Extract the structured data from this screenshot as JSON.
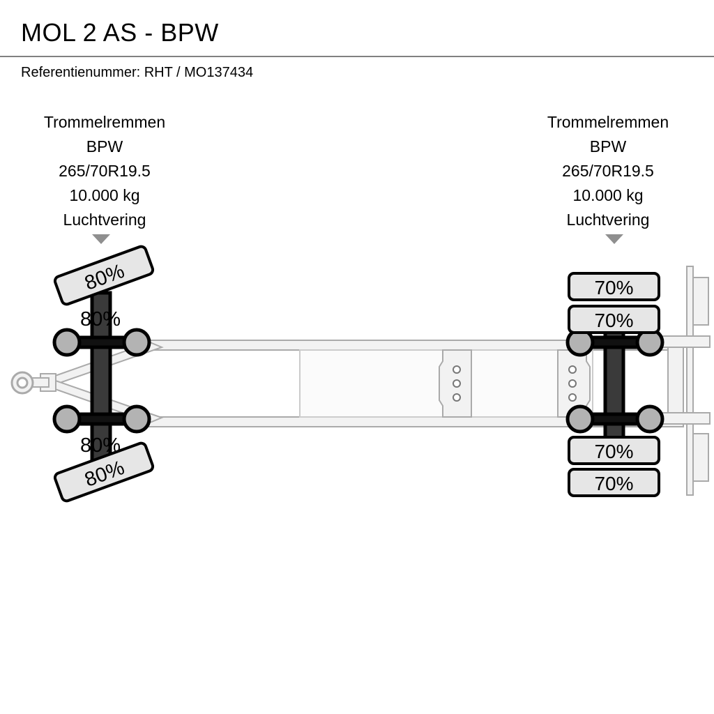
{
  "header": {
    "title": "MOL 2 AS - BPW",
    "reference_label": "Referentienummer:",
    "reference_value": "RHT / MO137434",
    "reference_full": "Referentienummer: RHT / MO137434"
  },
  "axles": {
    "front": {
      "spec_lines": [
        "Trommelremmen",
        "BPW",
        "265/70R19.5",
        "10.000 kg",
        "Luchtvering"
      ],
      "brake_type": "Trommelremmen",
      "brand": "BPW",
      "tyre_size": "265/70R19.5",
      "capacity": "10.000 kg",
      "suspension": "Luchtvering",
      "tyre_labels": {
        "top_rotated": "80%",
        "top_plain": "80%",
        "bottom_plain": "80%",
        "bottom_rotated": "80%"
      }
    },
    "rear": {
      "spec_lines": [
        "Trommelremmen",
        "BPW",
        "265/70R19.5",
        "10.000 kg",
        "Luchtvering"
      ],
      "brake_type": "Trommelremmen",
      "brand": "BPW",
      "tyre_size": "265/70R19.5",
      "capacity": "10.000 kg",
      "suspension": "Luchtvering",
      "tyre_labels": {
        "top_outer": "70%",
        "top_inner": "70%",
        "bottom_inner": "70%",
        "bottom_outer": "70%"
      }
    }
  },
  "diagram": {
    "icons": {
      "front_marker": "triangle-down-icon",
      "rear_marker": "triangle-down-icon",
      "drawbar": "drawbar-eye-icon"
    }
  },
  "colors": {
    "background": "#ffffff",
    "text": "#000000",
    "rule": "#808080",
    "marker": "#8f8f8f",
    "chassis_fill": "#f2f2f2",
    "chassis_stroke": "#aaaaaa",
    "axle_beam": "#3a3a3a",
    "hub_fill": "#b3b3b3",
    "label_fill": "#e6e6e6",
    "label_stroke": "#000000"
  }
}
